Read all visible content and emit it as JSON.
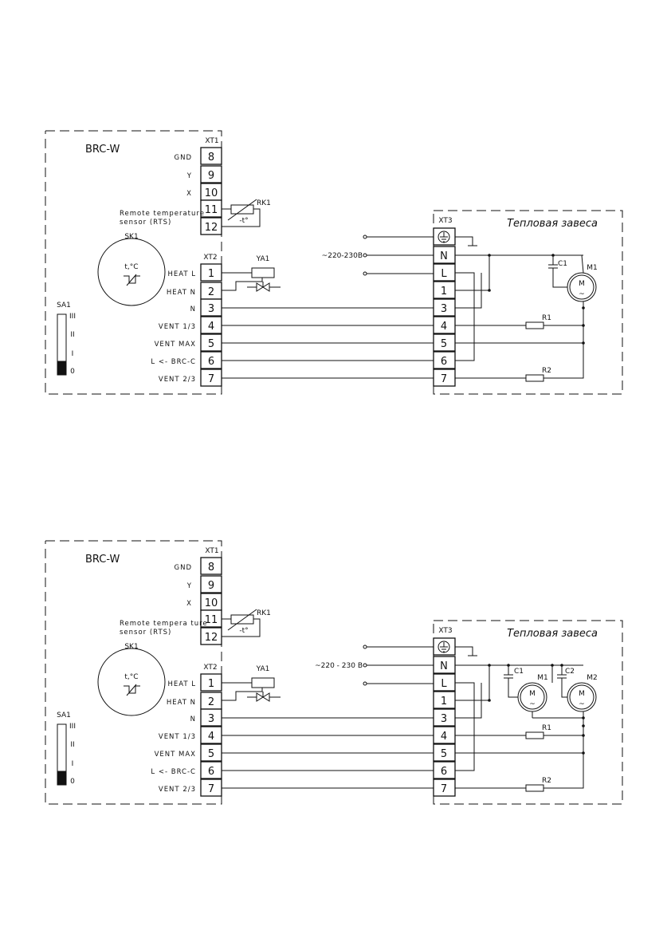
{
  "colors": {
    "ink": "#111111",
    "background": "#ffffff"
  },
  "diagrams": [
    {
      "controller_title": "BRC-W",
      "xt1_tag": "XT1",
      "xt2_tag": "XT2",
      "xt3_tag": "XT3",
      "sk1_tag": "SK1",
      "sk1_label": "t,°C",
      "sa1_tag": "SA1",
      "sa1_positions": [
        "III",
        "II",
        "I",
        "0"
      ],
      "rk1_tag": "RK1",
      "rk1_sym": "-t°",
      "ya1_tag": "YA1",
      "rts_line1": "Remote temperature",
      "rts_line2": "sensor (RTS)",
      "xt1": [
        {
          "label": "GND",
          "num": "8"
        },
        {
          "label": "Y",
          "num": "9"
        },
        {
          "label": "X",
          "num": "10"
        },
        {
          "label": "",
          "num": "11"
        },
        {
          "label": "",
          "num": "12"
        }
      ],
      "xt2": [
        {
          "label": "HEAT L",
          "num": "1"
        },
        {
          "label": "HEAT N",
          "num": "2"
        },
        {
          "label": "N",
          "num": "3"
        },
        {
          "label": "VENT 1/3",
          "num": "4"
        },
        {
          "label": "VENT MAX",
          "num": "5"
        },
        {
          "label": "L <- BRC-C",
          "num": "6"
        },
        {
          "label": "VENT 2/3",
          "num": "7"
        }
      ],
      "xt3": [
        "⏚",
        "N",
        "L",
        "1",
        "3",
        "4",
        "5",
        "6",
        "7"
      ],
      "supply": "~220-230В",
      "curtain_title": "Тепловая завеса",
      "c_tags": [
        "C1"
      ],
      "motors": [
        {
          "tag": "M1",
          "letter": "M",
          "sym": "~"
        }
      ],
      "r_tags": [
        "R1",
        "R2"
      ]
    },
    {
      "controller_title": "BRC-W",
      "xt1_tag": "XT1",
      "xt2_tag": "XT2",
      "xt3_tag": "XT3",
      "sk1_tag": "SK1",
      "sk1_label": "t,°C",
      "sa1_tag": "SA1",
      "sa1_positions": [
        "III",
        "II",
        "I",
        "0"
      ],
      "rk1_tag": "RK1",
      "rk1_sym": "-t°",
      "ya1_tag": "YA1",
      "rts_line1": "Remote tempera ture",
      "rts_line2": "sensor (RTS)",
      "xt1": [
        {
          "label": "GND",
          "num": "8"
        },
        {
          "label": "Y",
          "num": "9"
        },
        {
          "label": "X",
          "num": "10"
        },
        {
          "label": "",
          "num": "11"
        },
        {
          "label": "",
          "num": "12"
        }
      ],
      "xt2": [
        {
          "label": "HEAT L",
          "num": "1"
        },
        {
          "label": "HEAT N",
          "num": "2"
        },
        {
          "label": "N",
          "num": "3"
        },
        {
          "label": "VENT 1/3",
          "num": "4"
        },
        {
          "label": "VENT MAX",
          "num": "5"
        },
        {
          "label": "L <- BRC-C",
          "num": "6"
        },
        {
          "label": "VENT 2/3",
          "num": "7"
        }
      ],
      "xt3": [
        "⏚",
        "N",
        "L",
        "1",
        "3",
        "4",
        "5",
        "6",
        "7"
      ],
      "supply": "~220 - 230 В",
      "curtain_title": "Тепловая завеса",
      "c_tags": [
        "C1",
        "C2"
      ],
      "motors": [
        {
          "tag": "M1",
          "letter": "M",
          "sym": "~"
        },
        {
          "tag": "M2",
          "letter": "M",
          "sym": "~"
        }
      ],
      "r_tags": [
        "R1",
        "R2"
      ]
    }
  ]
}
